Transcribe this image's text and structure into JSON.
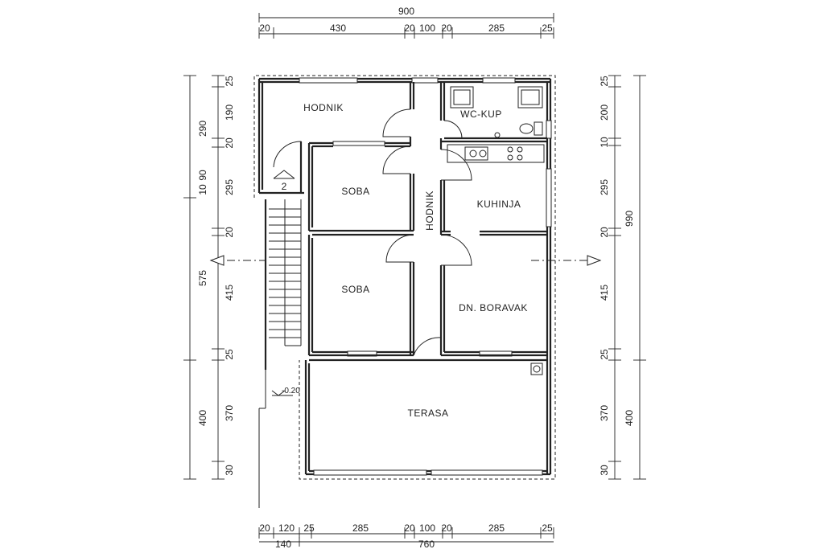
{
  "dimensions": {
    "top_total": "900",
    "top_segments": [
      "20",
      "430",
      "20",
      "100",
      "20",
      "285",
      "25"
    ],
    "bottom_segments": [
      "20",
      "120",
      "25",
      "285",
      "20",
      "100",
      "20",
      "285",
      "25"
    ],
    "bottom_totals": [
      "140",
      "760"
    ],
    "left_outer": [
      "290",
      "90",
      "10",
      "575",
      "400"
    ],
    "left_inner": [
      "25",
      "190",
      "20",
      "295",
      "20",
      "415",
      "25",
      "370",
      "30"
    ],
    "right_inner": [
      "25",
      "200",
      "10",
      "295",
      "20",
      "415",
      "25",
      "370",
      "30"
    ],
    "right_outer": [
      "990",
      "400"
    ]
  },
  "rooms": {
    "hodnik_top": "HODNIK",
    "wc": "WC-KUP",
    "soba_1": "SOBA",
    "hodnik_vertical": "HODNIK",
    "kuhinja": "KUHINJA",
    "soba_2": "SOBA",
    "dnevni_boravak": "DN.  BORAVAK",
    "terasa": "TERASA"
  },
  "annotations": {
    "stair_number": "2",
    "level_mark": "-0.20"
  }
}
